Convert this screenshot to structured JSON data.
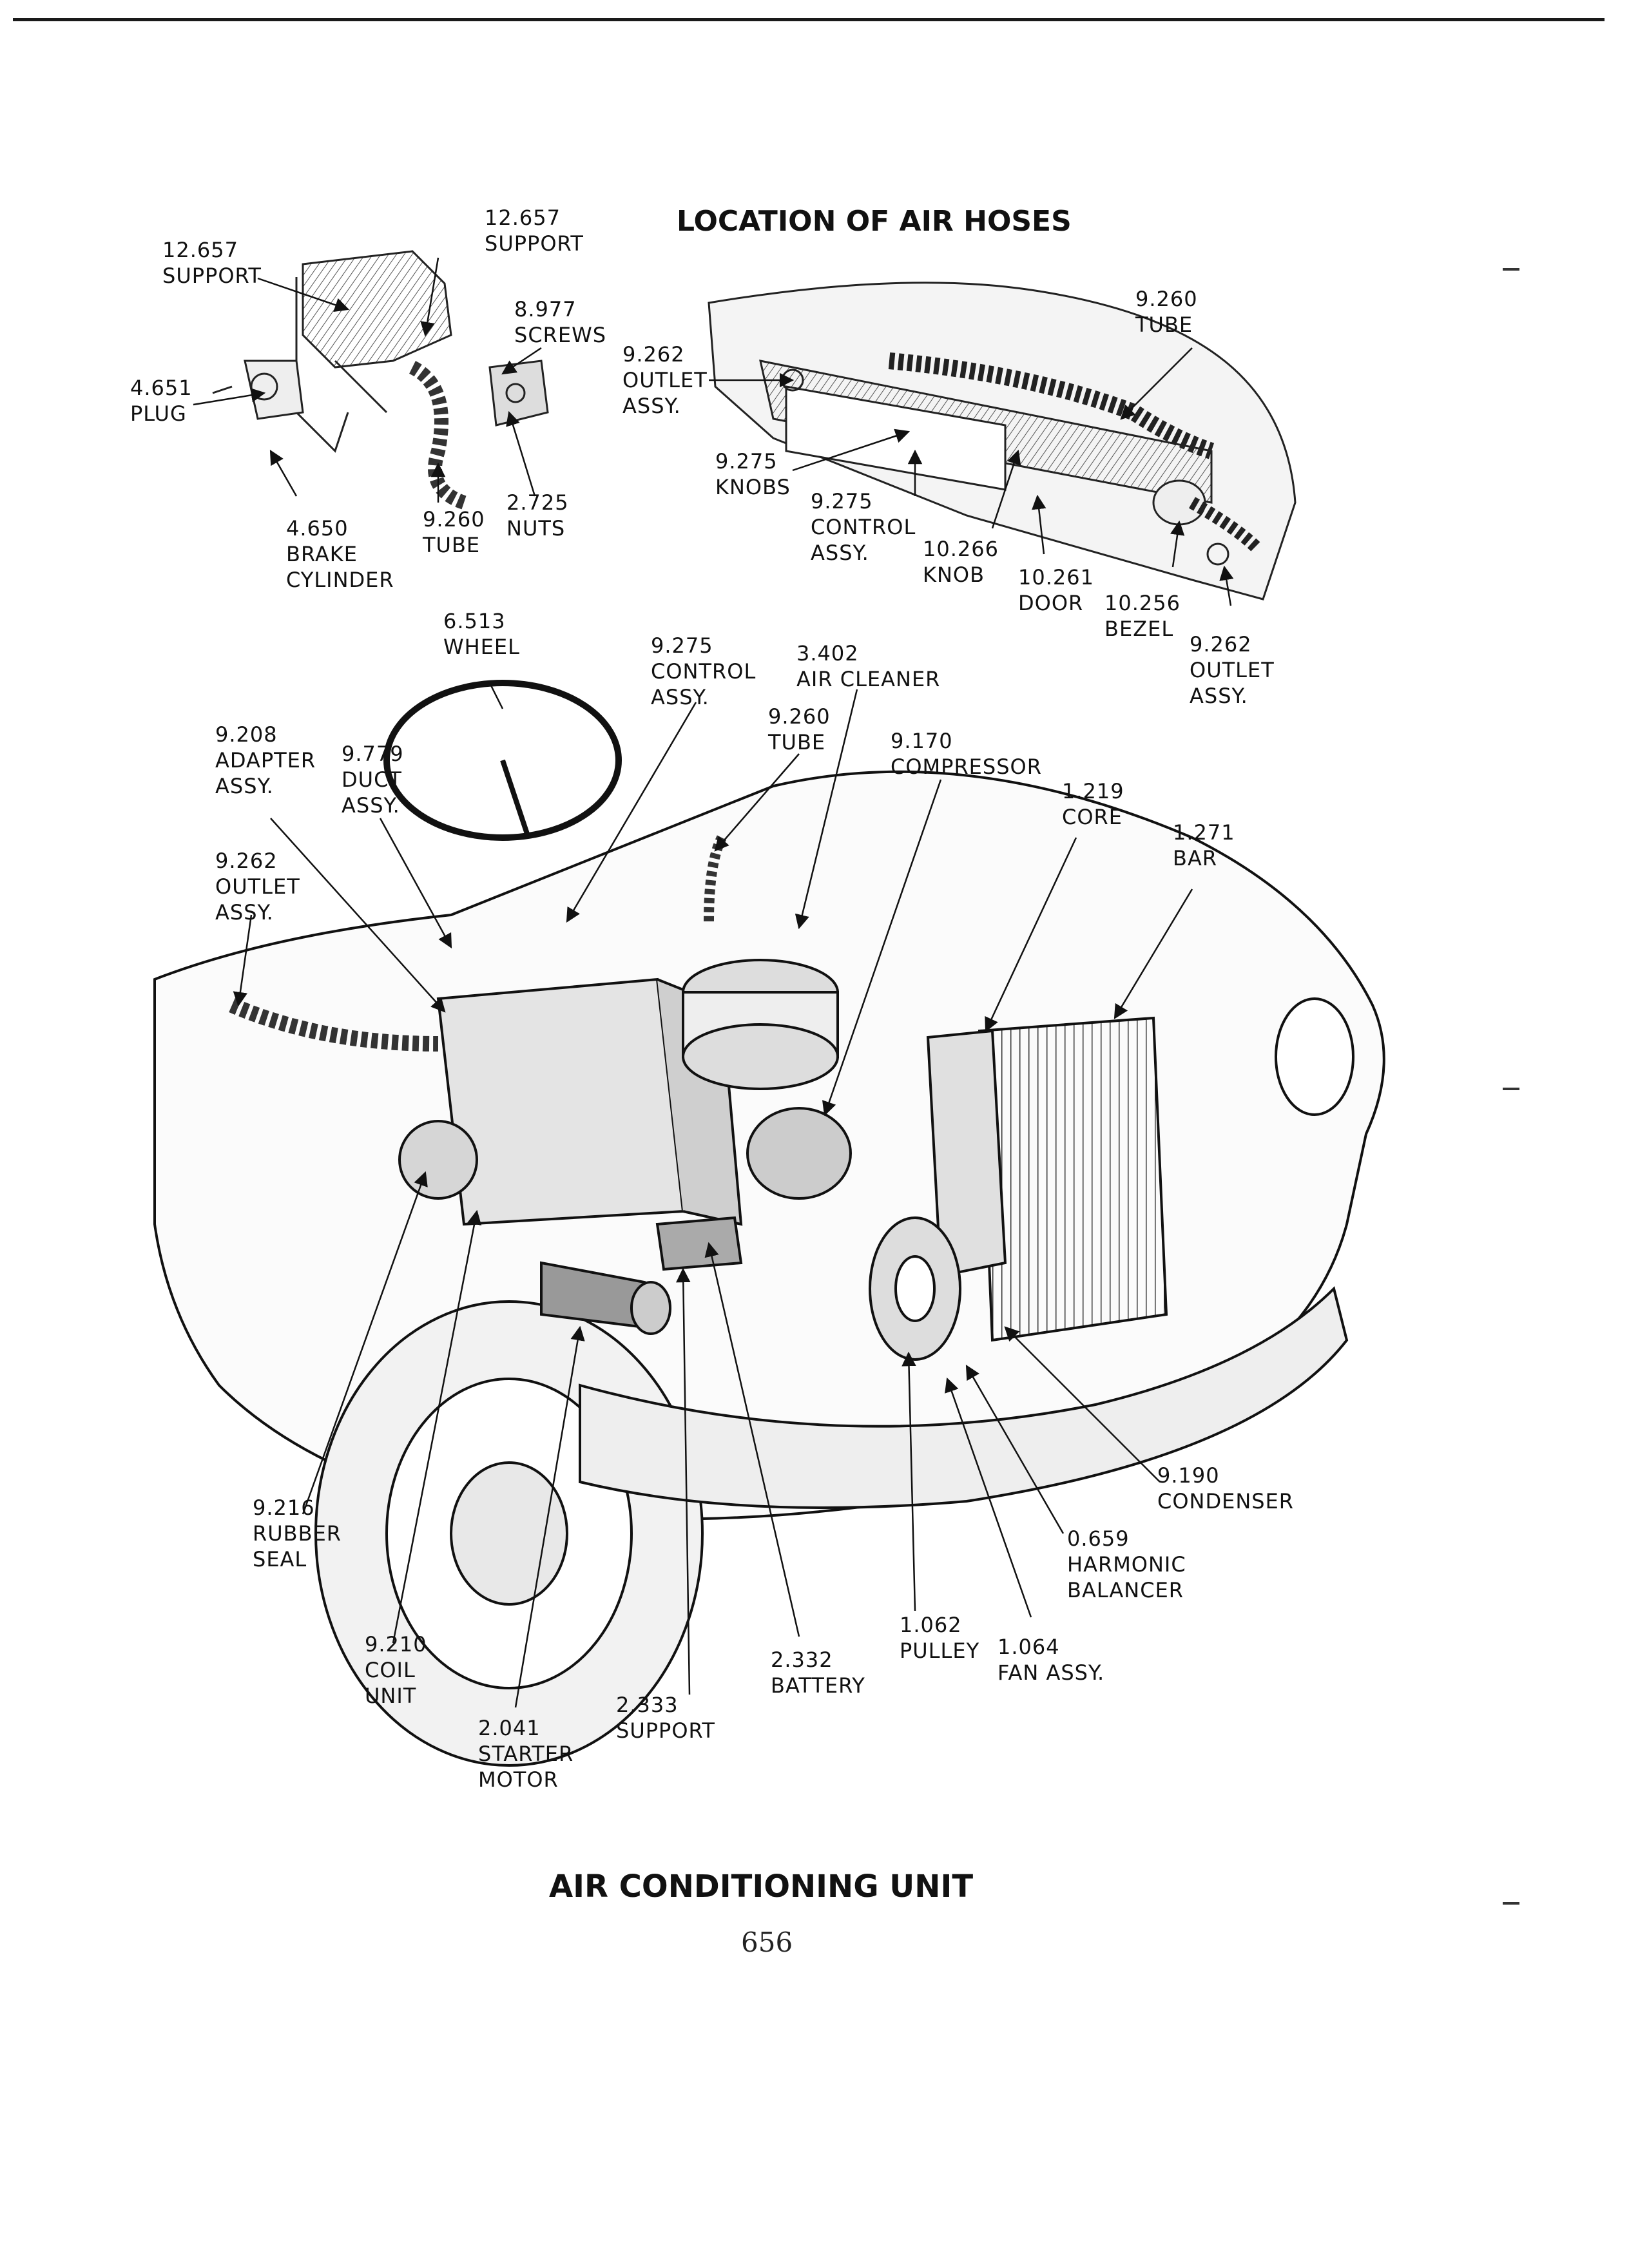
{
  "headings": {
    "top": "LOCATION OF AIR HOSES",
    "bottom": "AIR CONDITIONING UNIT"
  },
  "page_number": "656",
  "labels": {
    "support_12657_left": [
      "12.657",
      "SUPPORT"
    ],
    "support_12657_top": [
      "12.657",
      "SUPPORT"
    ],
    "screws_8977": [
      "8.977",
      "SCREWS"
    ],
    "plug_4651": [
      "4.651",
      "PLUG"
    ],
    "brake_cylinder_4650": [
      "4.650",
      "BRAKE",
      "CYLINDER"
    ],
    "tube_9260_left": [
      "9.260",
      "TUBE"
    ],
    "nuts_2725": [
      "2.725",
      "NUTS"
    ],
    "outlet_9262_top": [
      "9.262",
      "OUTLET",
      "ASSY."
    ],
    "tube_9260_top": [
      "9.260",
      "TUBE"
    ],
    "knobs_9275": [
      "9.275",
      "KNOBS"
    ],
    "control_9275_top": [
      "9.275",
      "CONTROL",
      "ASSY."
    ],
    "knob_10266": [
      "10.266",
      "KNOB"
    ],
    "door_10261": [
      "10.261",
      "DOOR"
    ],
    "bezel_10256": [
      "10.256",
      "BEZEL"
    ],
    "outlet_9262_right": [
      "9.262",
      "OUTLET",
      "ASSY."
    ],
    "wheel_6513": [
      "6.513",
      "WHEEL"
    ],
    "control_9275_mid": [
      "9.275",
      "CONTROL",
      "ASSY."
    ],
    "air_cleaner_3402": [
      "3.402",
      "AIR CLEANER"
    ],
    "tube_9260_mid": [
      "9.260",
      "TUBE"
    ],
    "compressor_9170": [
      "9.170",
      "COMPRESSOR"
    ],
    "core_1219": [
      "1.219",
      "CORE"
    ],
    "bar_1271": [
      "1.271",
      "BAR"
    ],
    "adapter_9208": [
      "9.208",
      "ADAPTER",
      "ASSY."
    ],
    "duct_9779": [
      "9.779",
      "DUCT",
      "ASSY."
    ],
    "outlet_9262_left": [
      "9.262",
      "OUTLET",
      "ASSY."
    ],
    "condenser_9190": [
      "9.190",
      "CONDENSER"
    ],
    "harmonic_0659": [
      "0.659",
      "HARMONIC",
      "BALANCER"
    ],
    "rubber_seal_9216": [
      "9.216",
      "RUBBER",
      "SEAL"
    ],
    "pulley_1062": [
      "1.062",
      "PULLEY"
    ],
    "fan_1064": [
      "1.064",
      "FAN ASSY."
    ],
    "coil_9210": [
      "9.210",
      "COIL",
      "UNIT"
    ],
    "battery_2332": [
      "2.332",
      "BATTERY"
    ],
    "support_2333": [
      "2.333",
      "SUPPORT"
    ],
    "starter_2041": [
      "2.041",
      "STARTER",
      "MOTOR"
    ]
  }
}
